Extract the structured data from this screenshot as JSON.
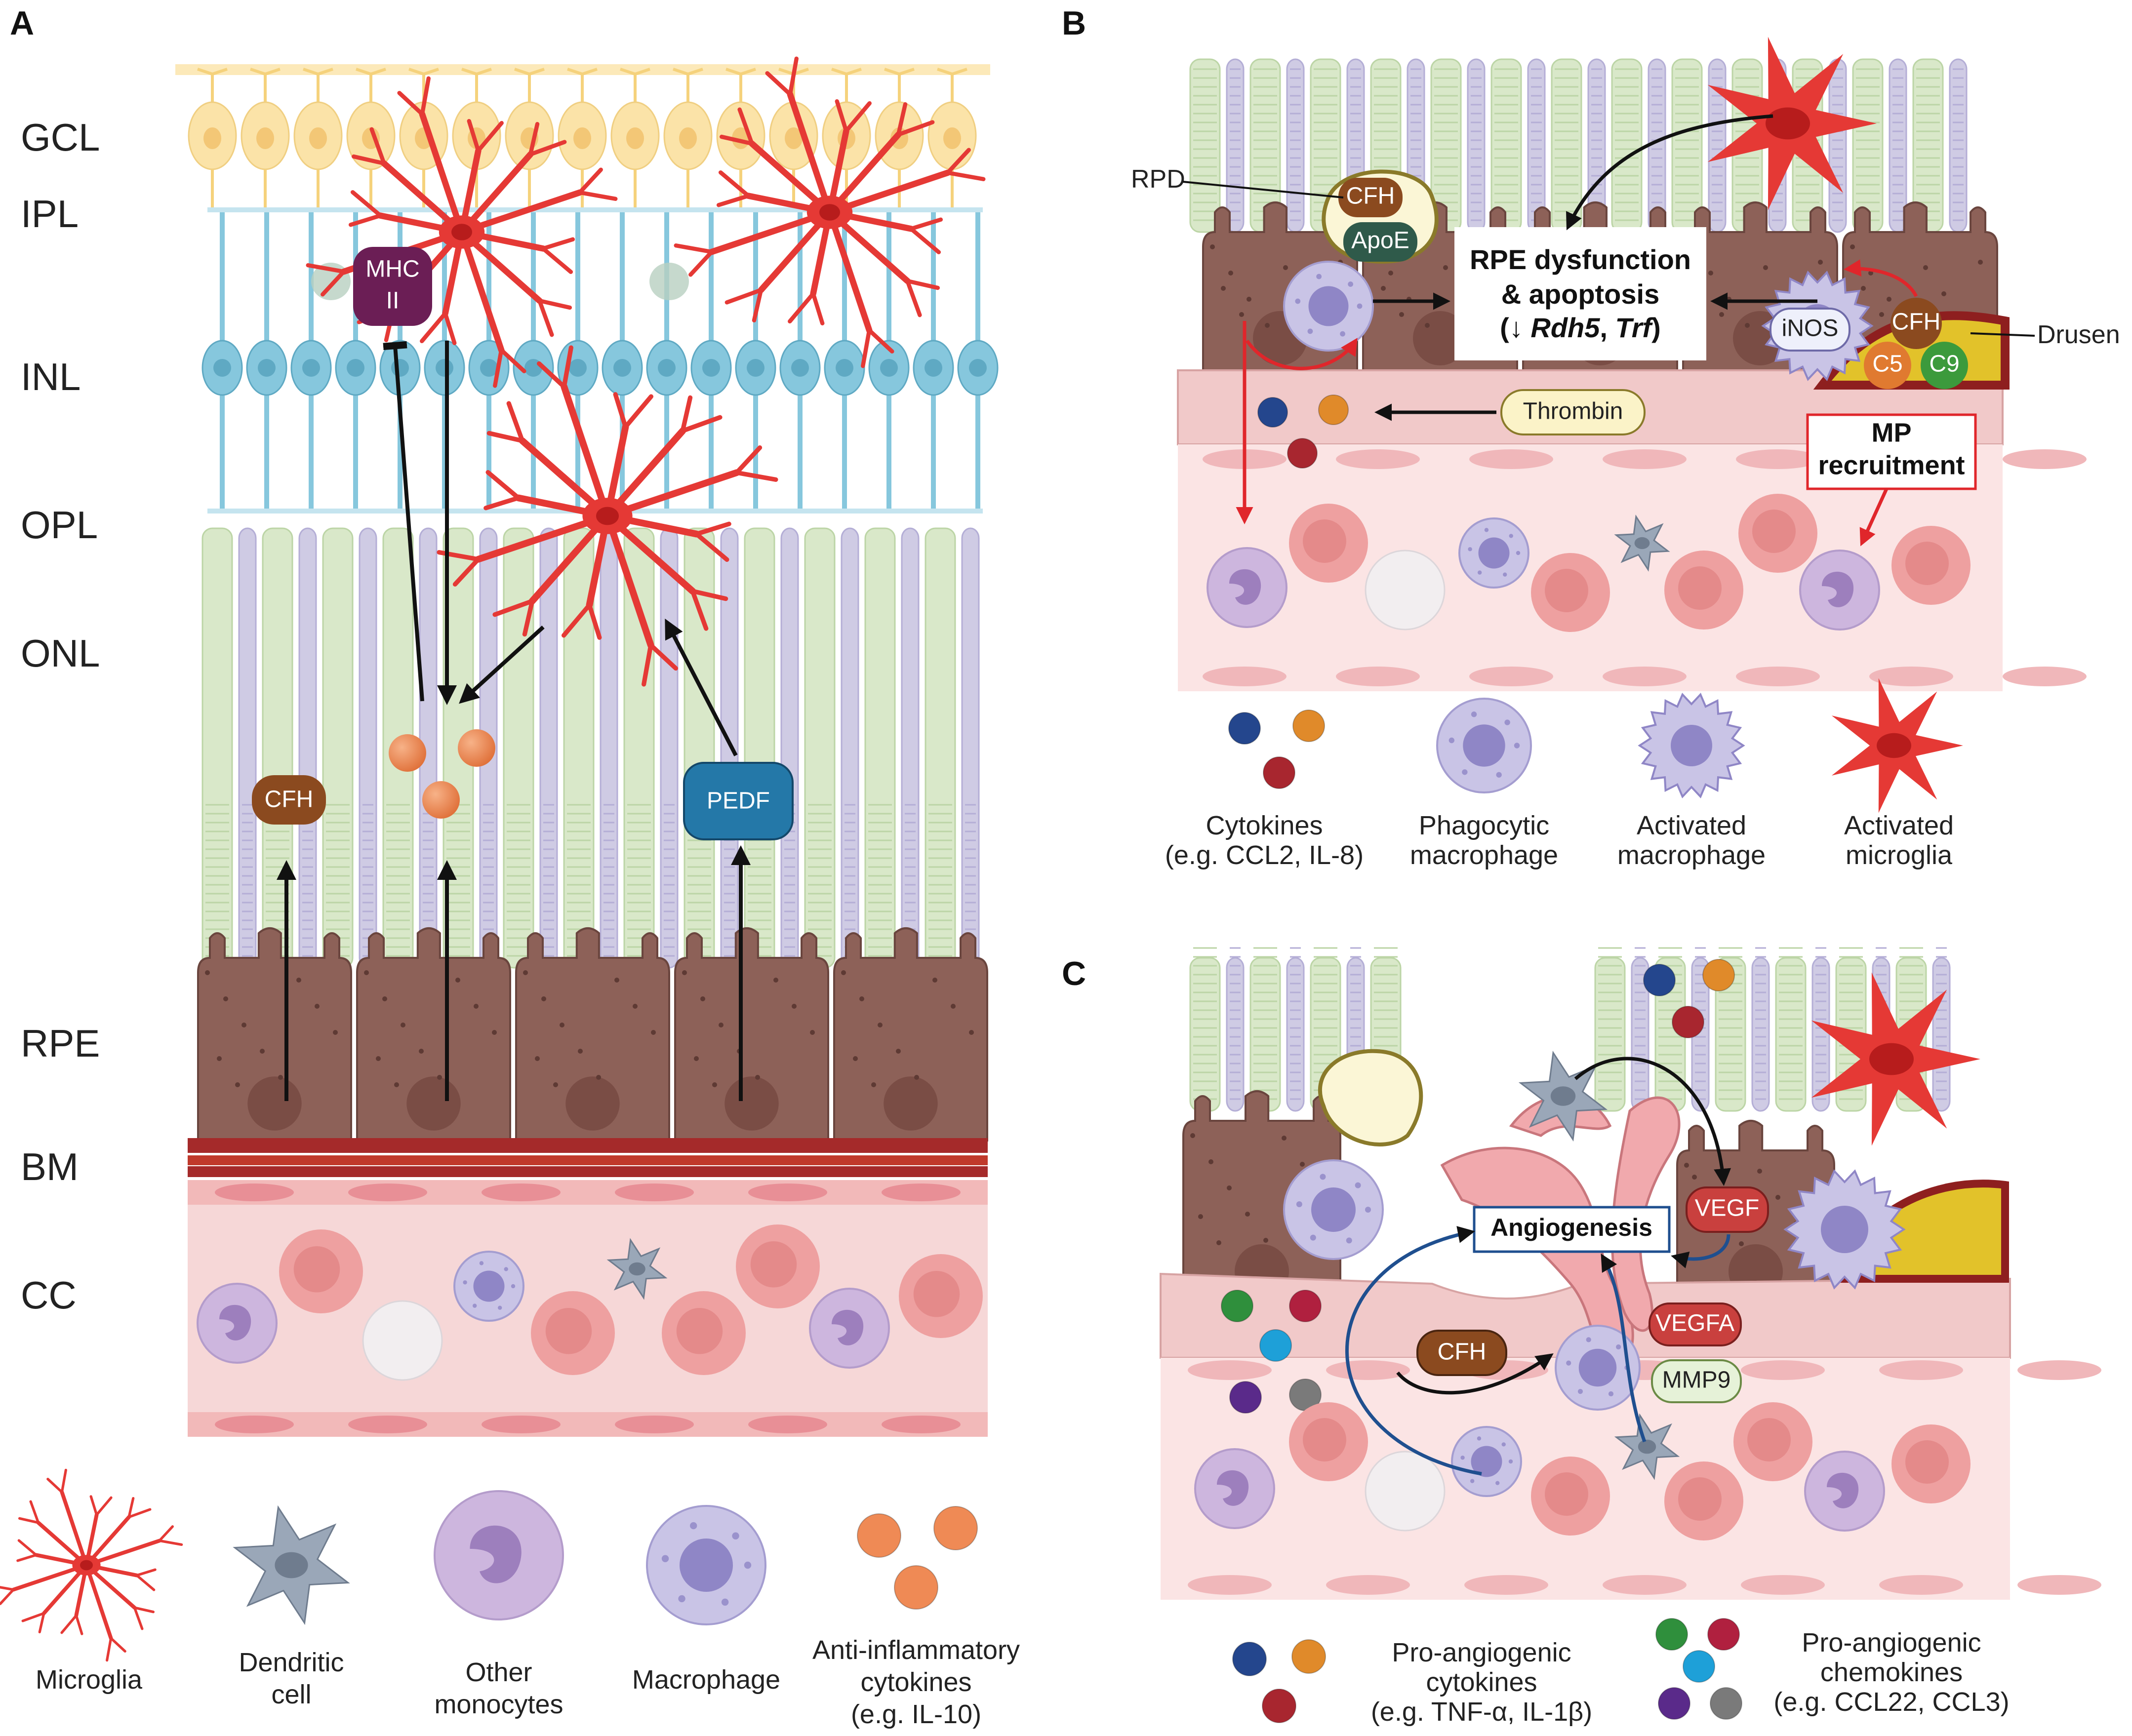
{
  "panels": {
    "a": "A",
    "b": "B",
    "c": "C"
  },
  "panel_a": {
    "layers": [
      "GCL",
      "IPL",
      "INL",
      "OPL",
      "ONL",
      "RPE",
      "BM",
      "CC"
    ],
    "labels": {
      "mhc": "MHC",
      "mhc2": "II",
      "cfh": "CFH",
      "pedf": "PEDF"
    },
    "legend": [
      {
        "l1": "Microglia",
        "l2": "",
        "l3": ""
      },
      {
        "l1": "Dendritic",
        "l2": "cell",
        "l3": ""
      },
      {
        "l1": "Other",
        "l2": "monocytes",
        "l3": ""
      },
      {
        "l1": "Macrophage",
        "l2": "",
        "l3": ""
      },
      {
        "l1": "Anti-inflammatory",
        "l2": "cytokines",
        "l3": "(e.g. IL-10)"
      }
    ]
  },
  "panel_b": {
    "rpd": "RPD",
    "drusen": "Drusen",
    "cfh": "CFH",
    "apoe": "ApoE",
    "inos": "iNOS",
    "cfh2": "CFH",
    "c5": "C5",
    "c9": "C9",
    "thrombin": "Thrombin",
    "rpe_line1": "RPE dysfunction",
    "rpe_line2": "& apoptosis",
    "rpe_line3_prefix": "(↓ ",
    "rpe_line3_g1": "Rdh5",
    "rpe_line3_sep": ", ",
    "rpe_line3_g2": "Trf",
    "rpe_line3_suffix": ")",
    "mp1": "MP",
    "mp2": "recruitment",
    "legend": [
      {
        "l1": "Cytokines",
        "l2": "(e.g. CCL2, IL-8)"
      },
      {
        "l1": "Phagocytic",
        "l2": "macrophage"
      },
      {
        "l1": "Activated",
        "l2": "macrophage"
      },
      {
        "l1": "Activated",
        "l2": "microglia"
      }
    ]
  },
  "panel_c": {
    "angiogenesis": "Angiogenesis",
    "vegf": "VEGF",
    "vegfa": "VEGFA",
    "mmp9": "MMP9",
    "cfh": "CFH",
    "legend": [
      {
        "l1": "Pro-angiogenic",
        "l2": "cytokines",
        "l3": "(e.g. TNF-α, IL-1β)"
      },
      {
        "l1": "Pro-angiogenic",
        "l2": "chemokines",
        "l3": "(e.g. CCL22, CCL3)"
      }
    ]
  },
  "colors": {
    "microglia": "#e53935",
    "macrophage": "#b9b3dc",
    "rpe": "#8d6158",
    "bm": "#a52a2a",
    "choroid": "#f6d7d7",
    "rbc": "#e99a9a",
    "dendritic": "#8f9db0",
    "cytokine": "#ef8a55",
    "cfh": "#8b4a1f",
    "pedf": "#2478a8",
    "mhc": "#6b1e55",
    "apoe": "#2f5a4a",
    "drusen": "#e2c22a",
    "vegf": "#c9403e",
    "angio_arrow": "#1f4f8f",
    "photoreceptor_green": "#d9e8c9",
    "photoreceptor_purple": "#cfcbe4",
    "bipolar": "#86c7dd",
    "gcl": "#fbe3a8"
  }
}
